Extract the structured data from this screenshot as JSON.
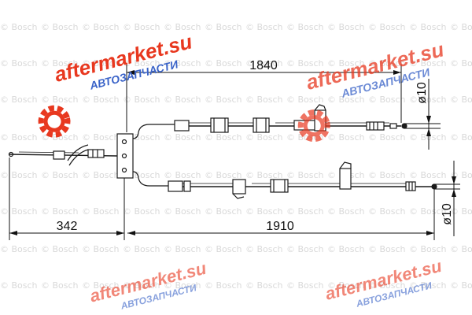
{
  "watermark": {
    "text": "© Bosch"
  },
  "dimensions": {
    "upper_cable_length": "1840",
    "left_section_length": "342",
    "lower_cable_length": "1910",
    "upper_end_diameter": "ø10",
    "lower_end_diameter": "ø10"
  },
  "stamp": {
    "brand": "aftermarket.su",
    "tagline": "АВТОЗАПЧАСТИ",
    "color": "#e8381f",
    "tagline_color": "#3a63c8"
  },
  "line_color": "#1a1a1a"
}
